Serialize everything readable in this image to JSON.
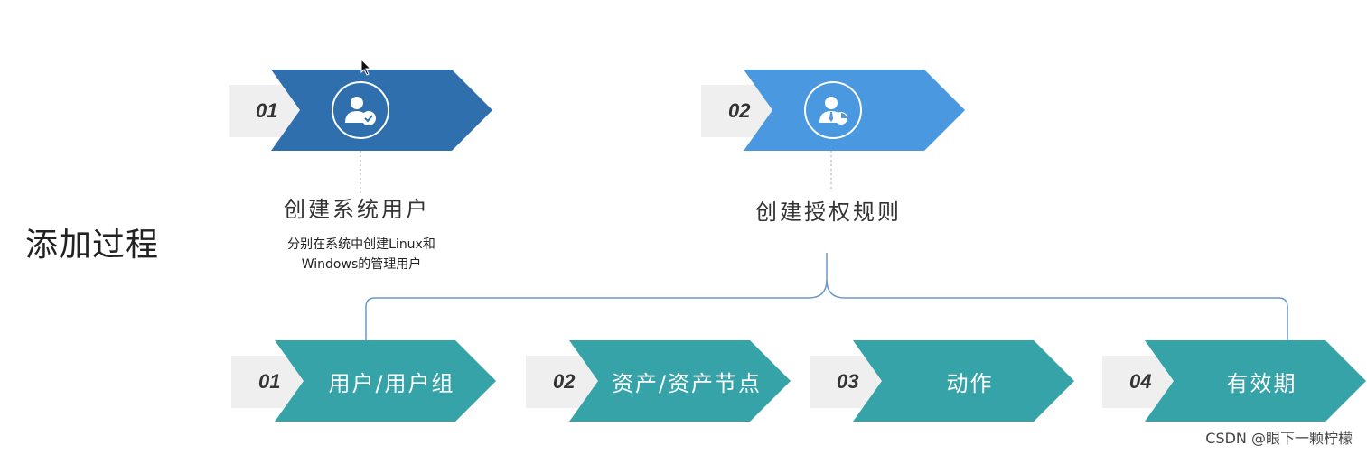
{
  "title": "添加过程",
  "top_steps": [
    {
      "num": "01",
      "label": "创建系统用户",
      "desc_line1": "分别在系统中创建Linux和",
      "desc_line2": "Windows的管理用户",
      "icon": "user-check-icon",
      "color": "#2f6fae"
    },
    {
      "num": "02",
      "label": "创建授权规则",
      "icon": "user-chart-icon",
      "color": "#4a98e0"
    }
  ],
  "sub_steps": [
    {
      "num": "01",
      "label": "用户/用户组"
    },
    {
      "num": "02",
      "label": "资产/资产节点"
    },
    {
      "num": "03",
      "label": "动作"
    },
    {
      "num": "04",
      "label": "有效期"
    }
  ],
  "colors": {
    "teal": "#35a3a8",
    "line": "#6a98c8",
    "dark_blue": "#2f6fae",
    "light_blue": "#4a98e0"
  },
  "watermark": "CSDN @眼下一颗柠檬"
}
